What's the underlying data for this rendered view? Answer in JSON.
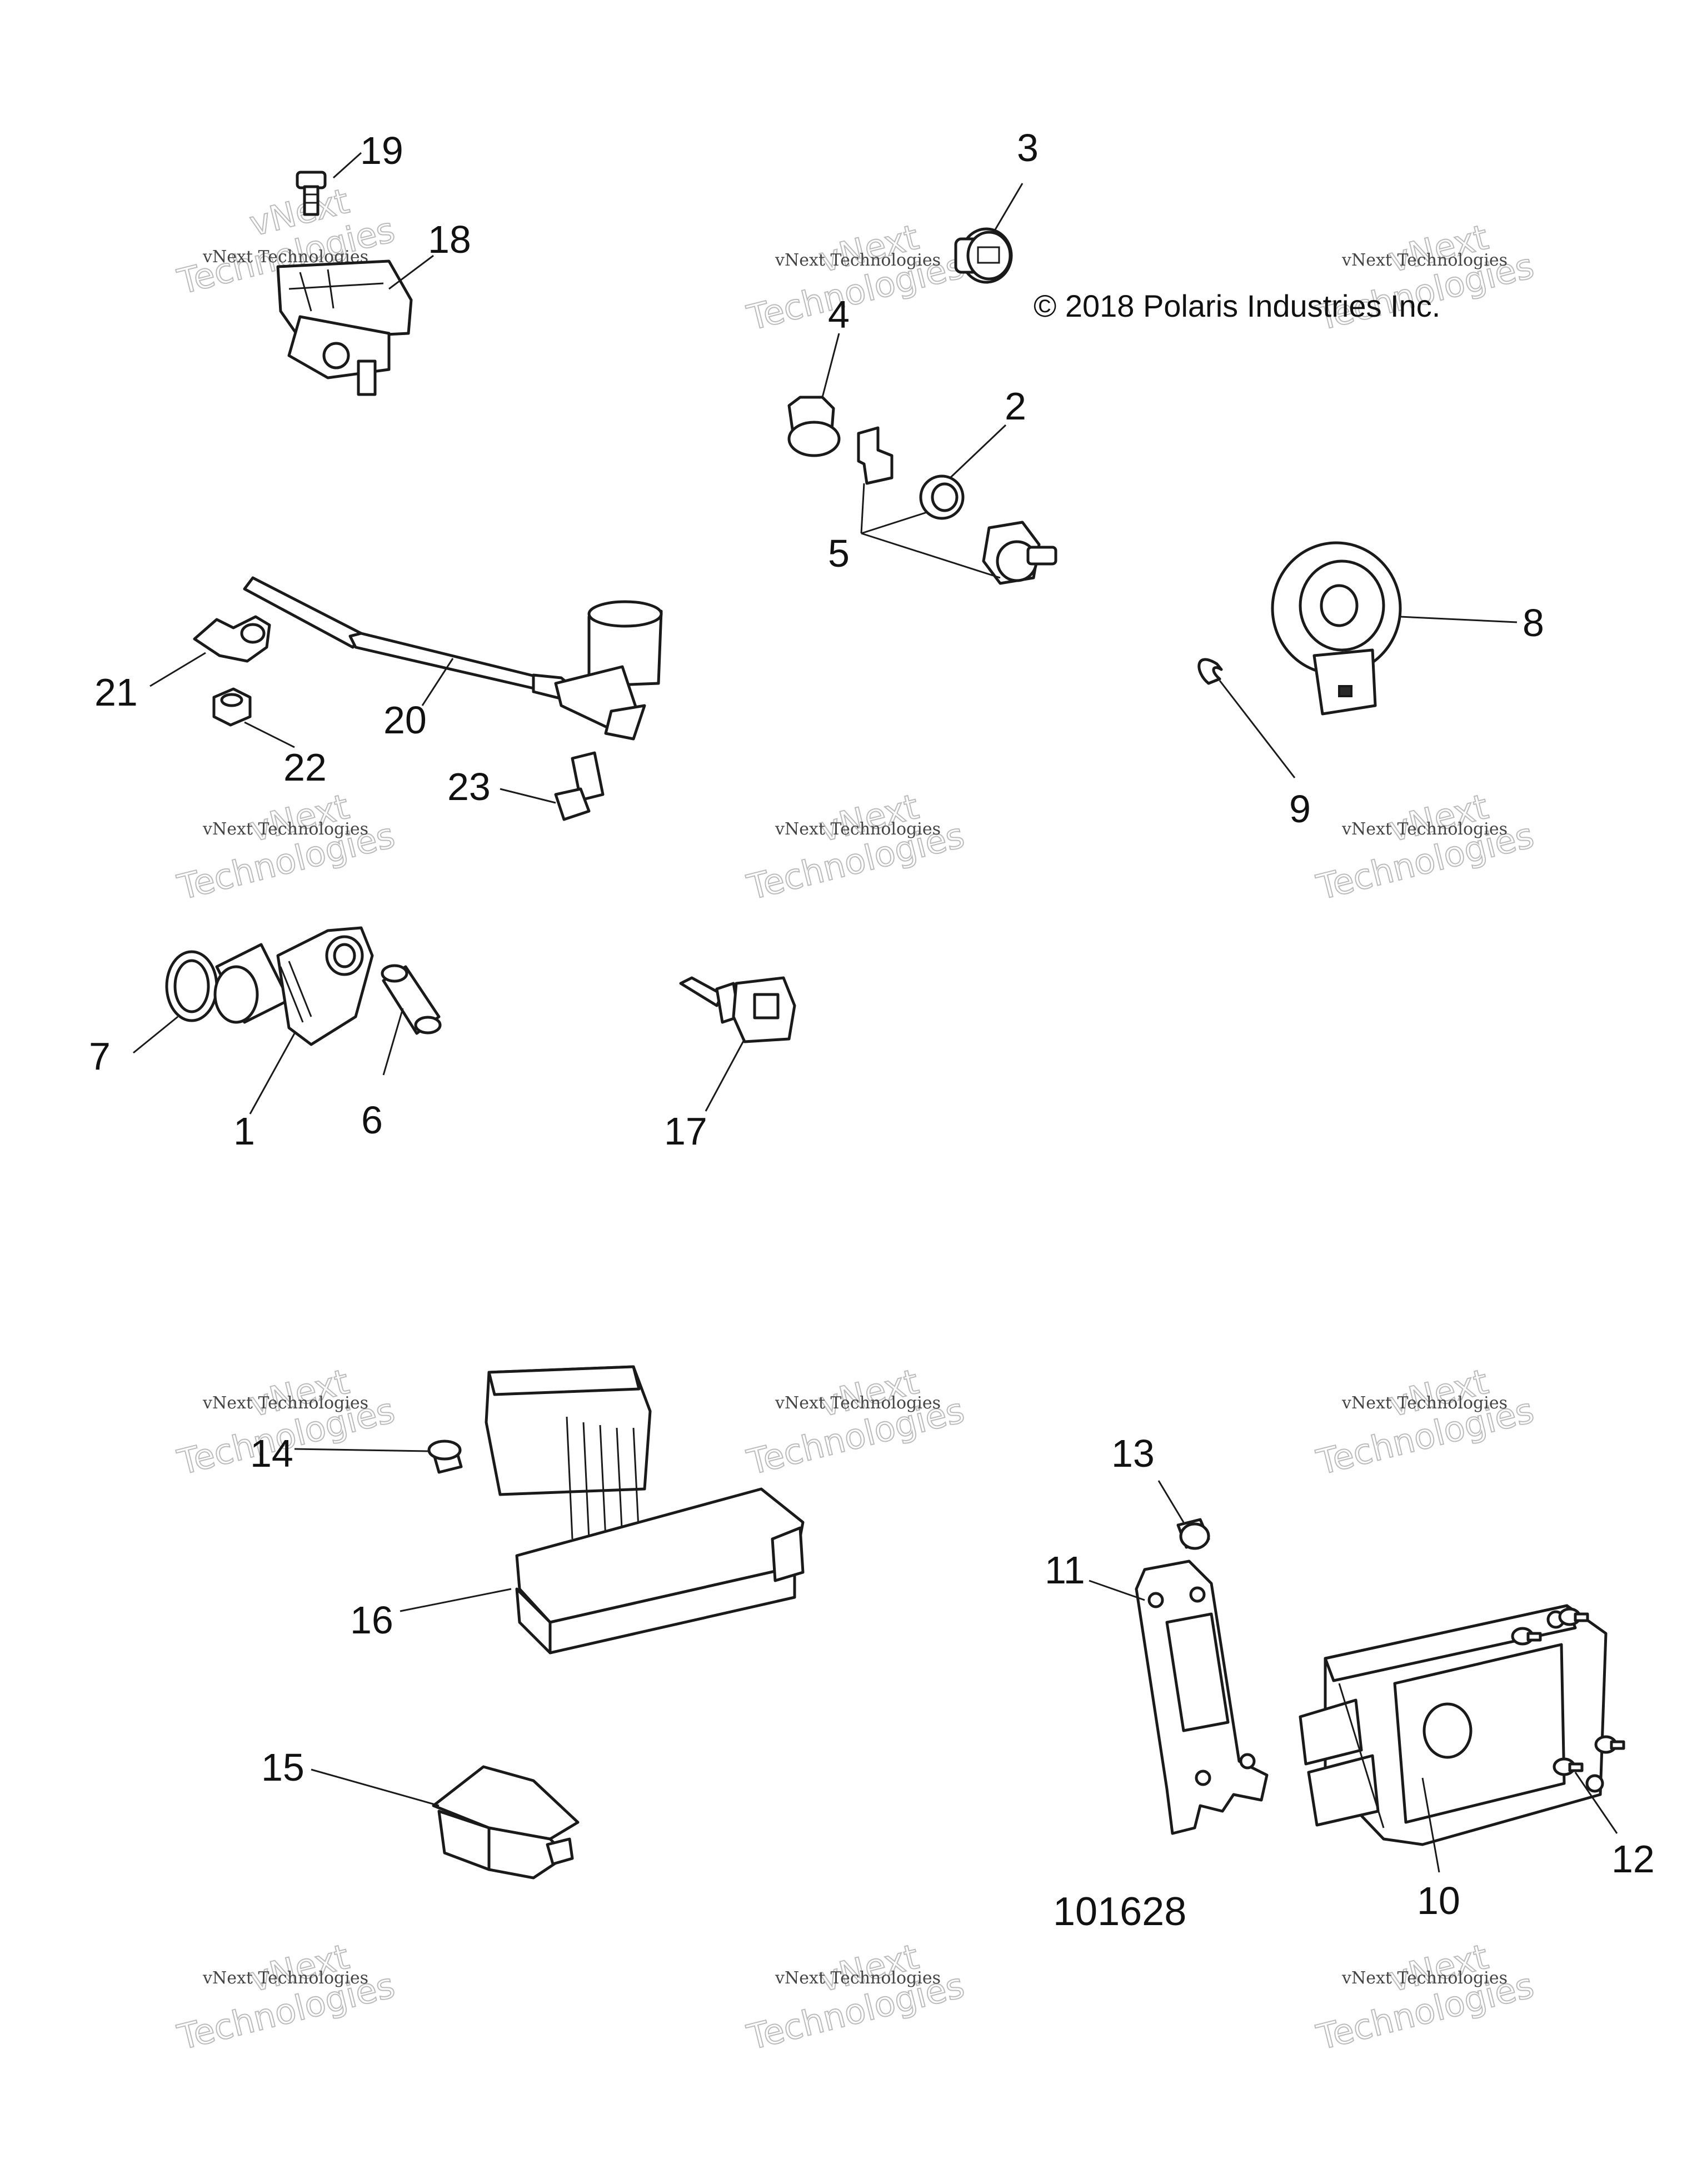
{
  "copyright": "© 2018 Polaris Industries Inc.",
  "document_number": "101628",
  "watermark": {
    "small": "vNext Technologies",
    "big_line1": "vNext",
    "big_line2": "Technologies"
  },
  "callouts": {
    "c1": "1",
    "c2": "2",
    "c3": "3",
    "c4": "4",
    "c5": "5",
    "c6": "6",
    "c7": "7",
    "c8": "8",
    "c9": "9",
    "c10": "10",
    "c11": "11",
    "c12": "12",
    "c13": "13",
    "c14": "14",
    "c15": "15",
    "c16": "16",
    "c17": "17",
    "c18": "18",
    "c19": "19",
    "c20": "20",
    "c21": "21",
    "c22": "22",
    "c23": "23"
  }
}
